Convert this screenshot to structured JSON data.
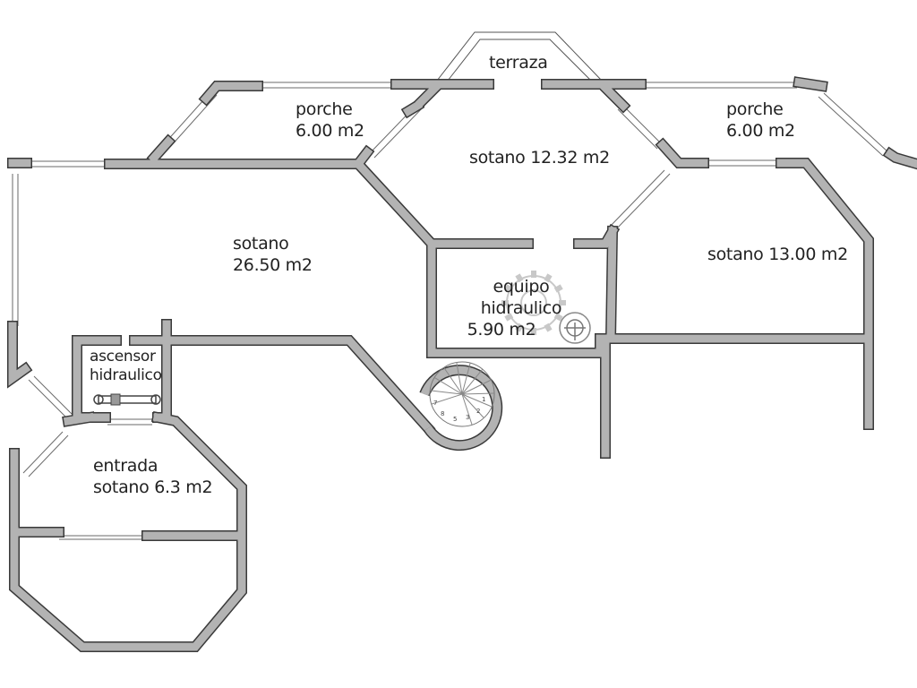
{
  "plan": {
    "rooms": {
      "terraza": {
        "name": "terraza"
      },
      "porche_left": {
        "name": "porche",
        "area": "6.00 m2"
      },
      "porche_right": {
        "name": "porche",
        "area": "6.00 m2"
      },
      "sotano_center": {
        "name": "sotano 12.32 m2"
      },
      "sotano_large": {
        "name": "sotano",
        "area": "26.50 m2"
      },
      "sotano_right": {
        "name": "sotano 13.00 m2"
      },
      "equipo": {
        "name": "equipo hidraulico",
        "area": "5.90 m2"
      },
      "ascensor": {
        "name": "ascensor",
        "sub": "hidraulico"
      },
      "entrada": {
        "name": "entrada",
        "sub": "sotano 6.3 m2"
      }
    },
    "stairs": {
      "steps": [
        "1",
        "2",
        "3",
        "5",
        "8",
        "7"
      ]
    },
    "colors": {
      "wall": "#b3b3b3",
      "outline": "#3a3a3a",
      "background": "#ffffff"
    }
  }
}
